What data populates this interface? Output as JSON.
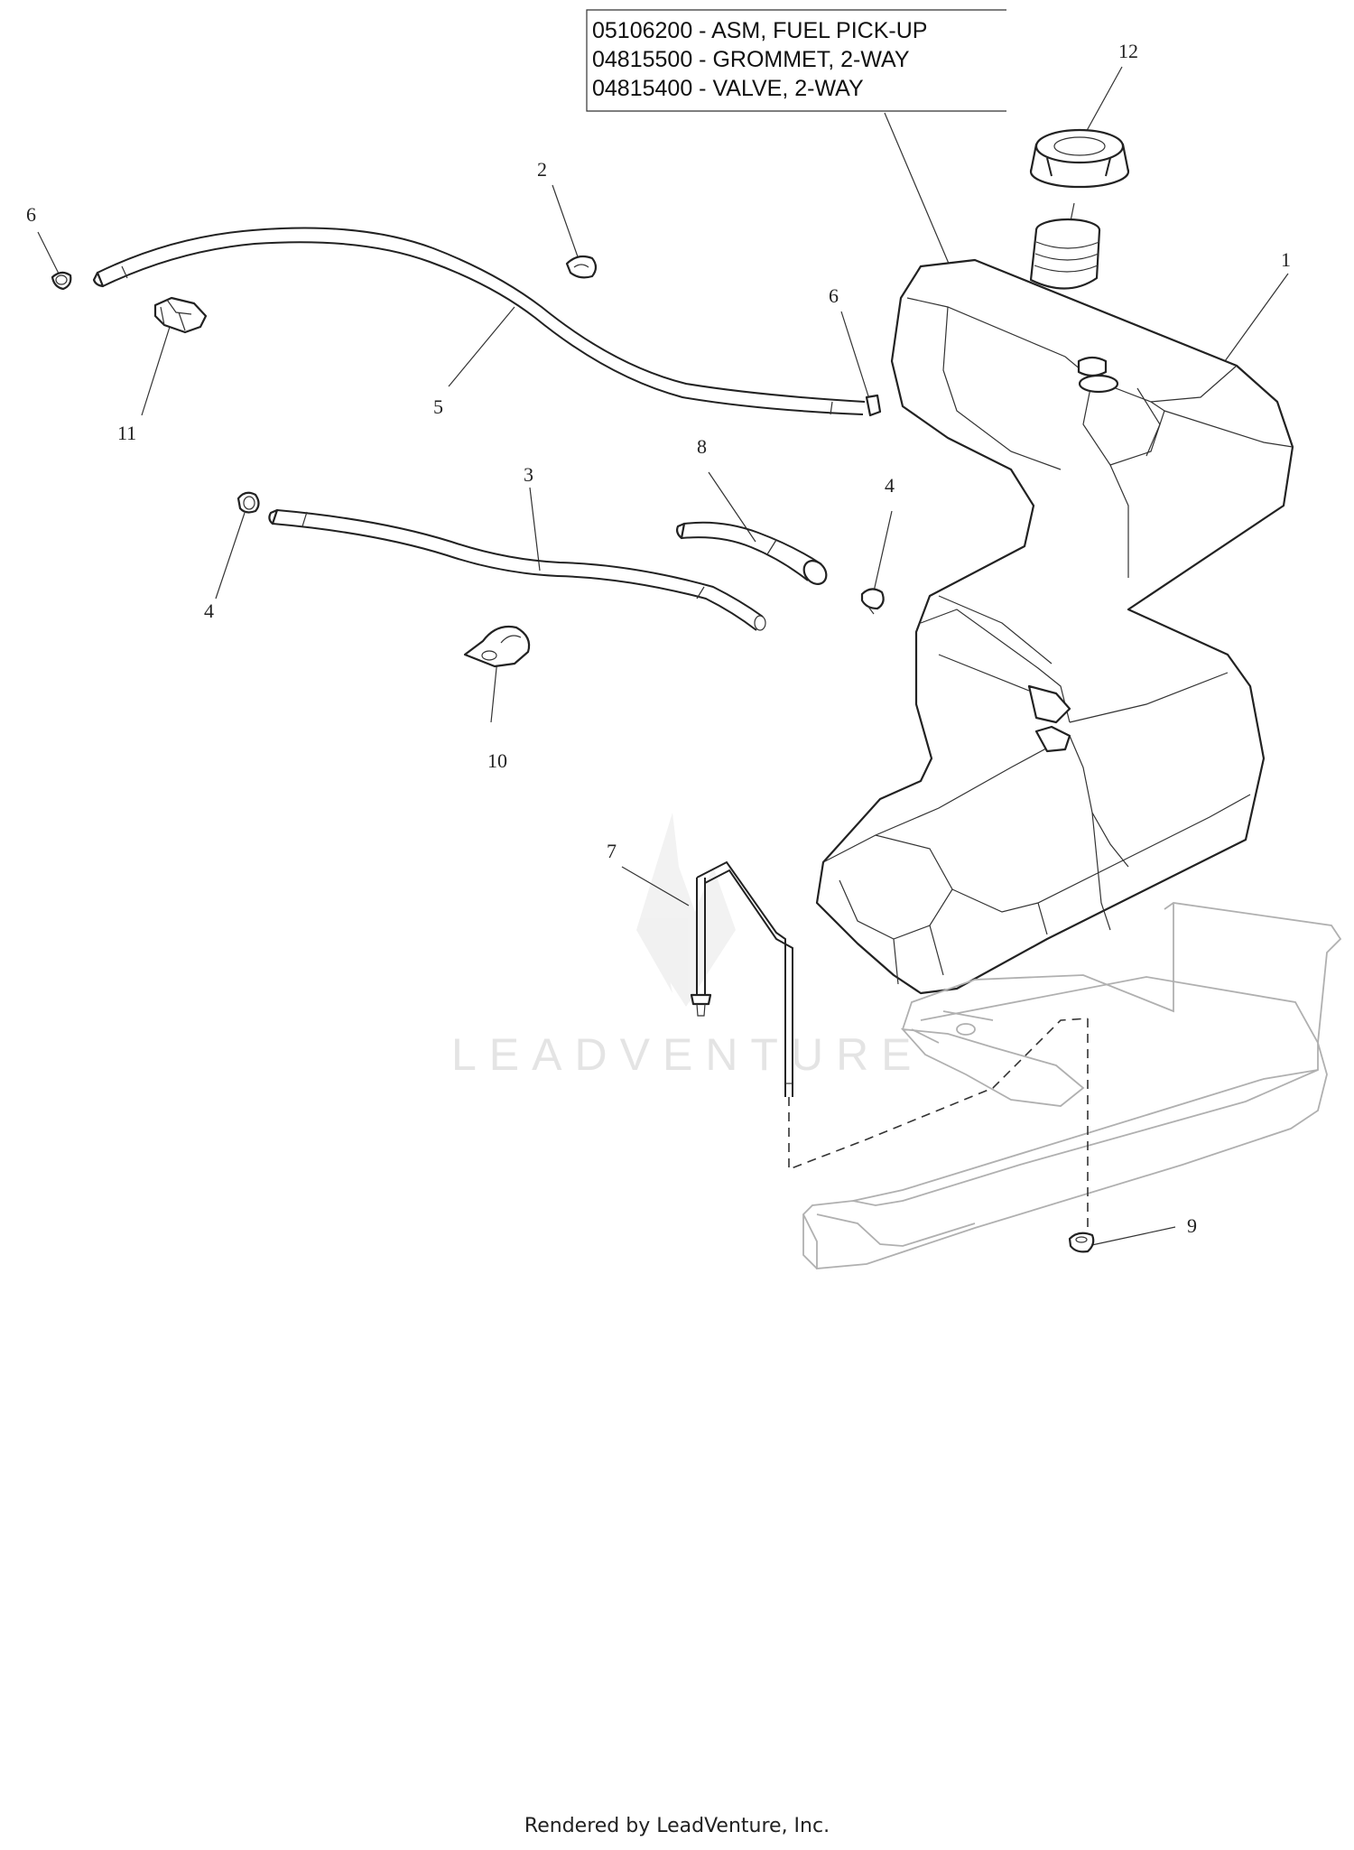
{
  "parts_box": {
    "lines": [
      "05106200 - ASM, FUEL PICK-UP",
      "04815500 - GROMMET, 2-WAY",
      "04815400 - VALVE, 2-WAY"
    ]
  },
  "callouts": [
    "12",
    "2",
    "6",
    "1",
    "6",
    "11",
    "5",
    "8",
    "3",
    "4",
    "4",
    "10",
    "7",
    "9"
  ],
  "watermark": "LEADVENTURE",
  "footer": "Rendered by LeadVenture, Inc.",
  "icons": {
    "watermark_logo": "leadventure-flame-logo-icon"
  }
}
